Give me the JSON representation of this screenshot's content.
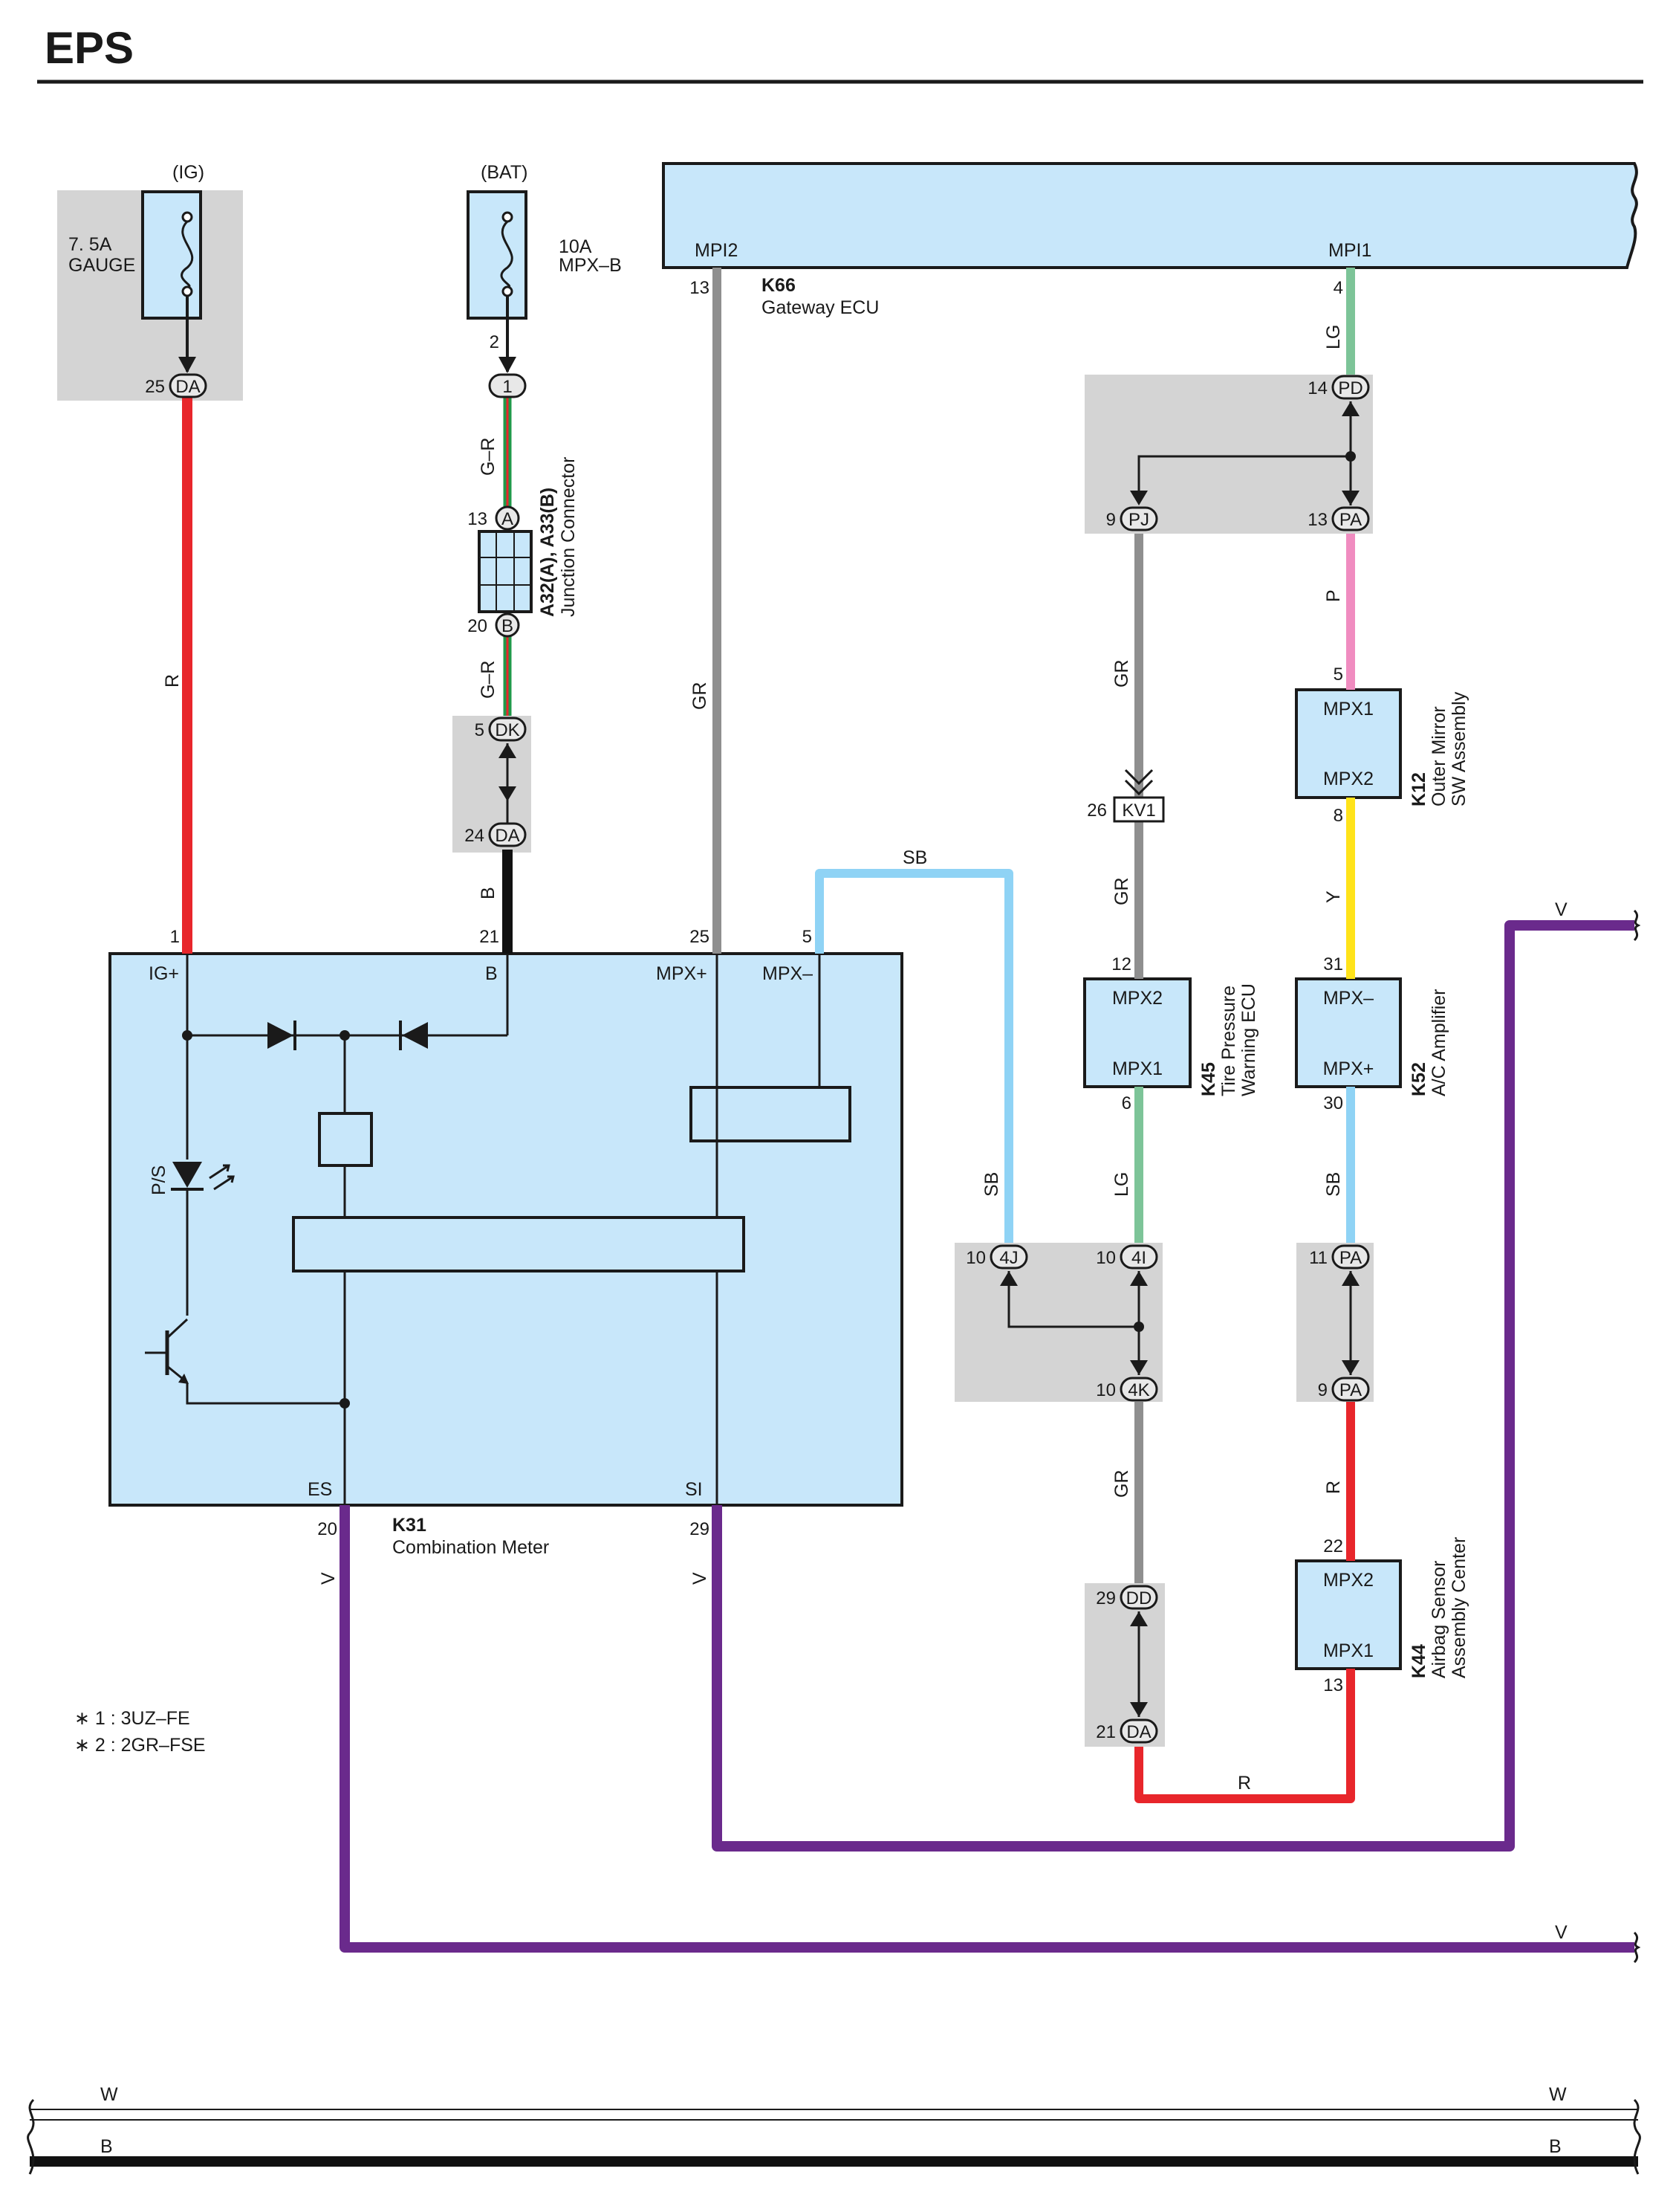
{
  "title": "EPS",
  "colors": {
    "R": "#e8262b",
    "B": "#111111",
    "GR": "#8f8f8f",
    "SB": "#8fd3f5",
    "LG": "#7dc498",
    "P": "#f08cc0",
    "Y": "#ffe31a",
    "V": "#6a2a8c",
    "G": "#1f9a4a",
    "W": "#ffffff",
    "box": "#c8e7fa",
    "shade": "#d4d4d4"
  },
  "notes": [
    "∗ 1 : 3UZ–FE",
    "∗ 2 : 2GR–FSE"
  ],
  "power": {
    "ig_label": "(IG)",
    "ig_fuse": [
      "7. 5A",
      "GAUGE"
    ],
    "bat_label": "(BAT)",
    "bat_fuse": [
      "10A",
      "MPX–B"
    ]
  },
  "components": {
    "k66": {
      "code": "K66",
      "name": "Gateway ECU",
      "mpi2": "MPI2",
      "mpi1": "MPI1"
    },
    "k31": {
      "code": "K31",
      "name": "Combination Meter",
      "pins": {
        "igp": "IG+",
        "b": "B",
        "mpxp": "MPX+",
        "mpxm": "MPX–",
        "es": "ES",
        "si": "SI",
        "ps": "P/S"
      }
    },
    "k12": {
      "code": "K12",
      "name": [
        "Outer Mirror",
        "SW Assembly"
      ],
      "top": "MPX1",
      "bottom": "MPX2"
    },
    "k45": {
      "code": "K45",
      "name": [
        "Tire Pressure",
        "Warning ECU"
      ],
      "top": "MPX2",
      "bottom": "MPX1"
    },
    "k52": {
      "code": "K52",
      "name": "A/C Amplifier",
      "top": "MPX–",
      "bottom": "MPX+"
    },
    "k44": {
      "code": "K44",
      "name": [
        "Airbag Sensor",
        "Assembly Center"
      ],
      "top": "MPX2",
      "bottom": "MPX1"
    },
    "a32": {
      "code": "A32(A), A33(B)",
      "name": "Junction Connector"
    }
  },
  "connectors": {
    "da_top": "DA",
    "c1": "1",
    "ja": "A",
    "jb": "B",
    "dk": "DK",
    "da_mid": "DA",
    "pd": "PD",
    "pj": "PJ",
    "pa_top": "PA",
    "kv1": "KV1",
    "c4j": "4J",
    "c4i": "4I",
    "c4k": "4K",
    "pa_mid1": "PA",
    "pa_mid2": "PA",
    "dd": "DD",
    "da_bot": "DA"
  },
  "wires": {
    "R": "R",
    "B": "B",
    "GR": "GR",
    "SB": "SB",
    "LG": "LG",
    "P": "P",
    "Y": "Y",
    "V": "V",
    "GR_STRIPE": "G–R",
    "W": "W"
  },
  "pins": {
    "p25a": "25",
    "p2": "2",
    "p13a": "13",
    "p20": "20",
    "p5a": "5",
    "p24": "24",
    "p13b": "13",
    "p4": "4",
    "p14": "14",
    "p9a": "9",
    "p13c": "13",
    "p5b": "5",
    "p8": "8",
    "p26": "26",
    "p12": "12",
    "p6": "6",
    "p31": "31",
    "p30": "30",
    "p1": "1",
    "p21a": "21",
    "p25b": "25",
    "p5c": "5",
    "p10a": "10",
    "p10b": "10",
    "p10c": "10",
    "p11": "11",
    "p9b": "9",
    "p22": "22",
    "p13d": "13",
    "p29a": "29",
    "p21b": "21",
    "p20b": "20",
    "p29b": "29"
  }
}
